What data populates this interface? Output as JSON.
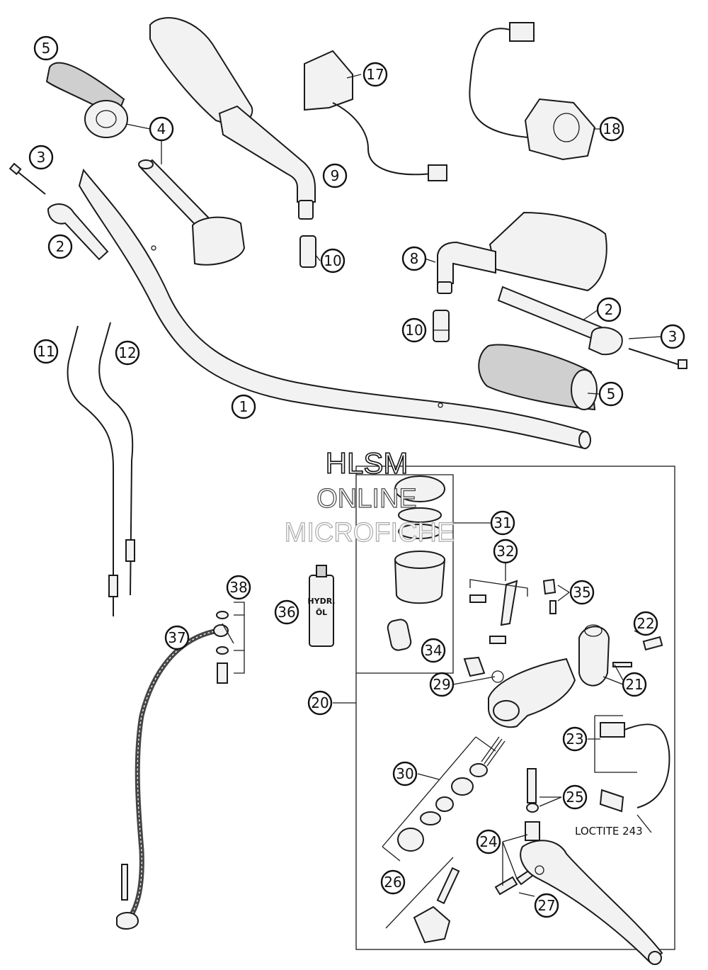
{
  "watermark": {
    "line1": "HLSM",
    "line2": "ONLINE",
    "line3": "MICROFICHE"
  },
  "bottle_label": {
    "line1": "HYDR.",
    "line2": "ÖL"
  },
  "loctite_note": "LOCTITE 243",
  "callouts": [
    {
      "id": "c5a",
      "label": "5"
    },
    {
      "id": "c4",
      "label": "4"
    },
    {
      "id": "c3a",
      "label": "3"
    },
    {
      "id": "c2a",
      "label": "2"
    },
    {
      "id": "c17",
      "label": "17"
    },
    {
      "id": "c18",
      "label": "18"
    },
    {
      "id": "c9",
      "label": "9"
    },
    {
      "id": "c10a",
      "label": "10"
    },
    {
      "id": "c8",
      "label": "8"
    },
    {
      "id": "c10b",
      "label": "10"
    },
    {
      "id": "c2b",
      "label": "2"
    },
    {
      "id": "c3b",
      "label": "3"
    },
    {
      "id": "c5b",
      "label": "5"
    },
    {
      "id": "c11",
      "label": "11"
    },
    {
      "id": "c12",
      "label": "12"
    },
    {
      "id": "c1",
      "label": "1"
    },
    {
      "id": "c31",
      "label": "31"
    },
    {
      "id": "c32",
      "label": "32"
    },
    {
      "id": "c35",
      "label": "35"
    },
    {
      "id": "c22",
      "label": "22"
    },
    {
      "id": "c38",
      "label": "38"
    },
    {
      "id": "c36",
      "label": "36"
    },
    {
      "id": "c37",
      "label": "37"
    },
    {
      "id": "c34",
      "label": "34"
    },
    {
      "id": "c29",
      "label": "29"
    },
    {
      "id": "c21",
      "label": "21"
    },
    {
      "id": "c20",
      "label": "20"
    },
    {
      "id": "c23",
      "label": "23"
    },
    {
      "id": "c30",
      "label": "30"
    },
    {
      "id": "c25",
      "label": "25"
    },
    {
      "id": "c24",
      "label": "24"
    },
    {
      "id": "c26",
      "label": "26"
    },
    {
      "id": "c27",
      "label": "27"
    }
  ]
}
